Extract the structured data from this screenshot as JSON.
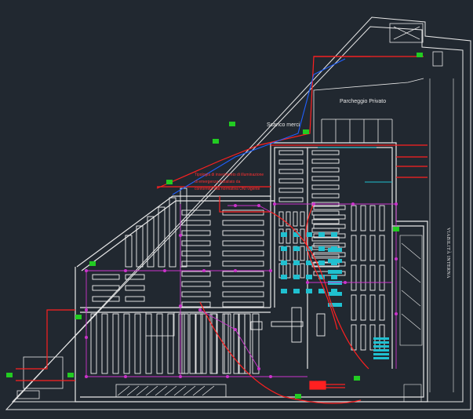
{
  "labels": {
    "parking": "Parcheggio Privato",
    "unloading": "Scarico merci",
    "internal_road": "VIABILITÀ INTERNA"
  },
  "note": {
    "lines": [
      "Tipologia di inserimento di illuminazione",
      "di emergenza installato da",
      "conformità alla normativa UNI vigente"
    ]
  },
  "colors": {
    "background": "#212830",
    "walls": "#e8e8e8",
    "shelving": "#f2f2f2",
    "emergency_route": "#ff2020",
    "lighting_circuit": "#cc33cc",
    "exit_signs": "#22cc22",
    "fire_line": "#2060ff",
    "cooling_units": "#20c0d0"
  },
  "icons": {
    "exit": "green-exit-icon",
    "node": "magenta-node-icon",
    "route": "red-route-line"
  }
}
